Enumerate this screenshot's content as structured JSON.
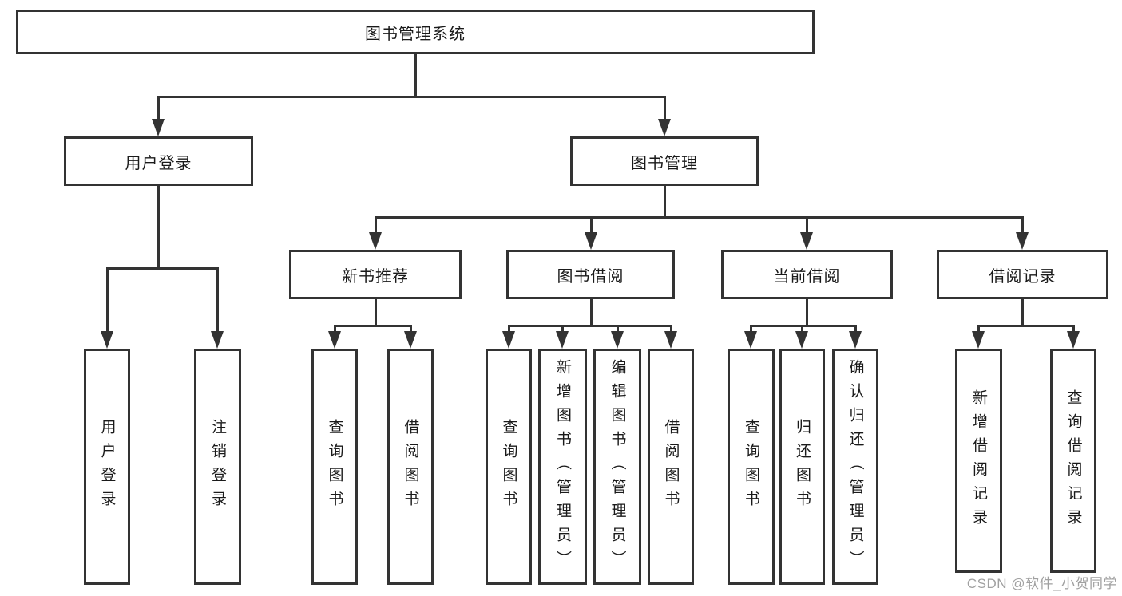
{
  "tree": {
    "label": "图书管理系统",
    "children": [
      {
        "label": "用户登录",
        "children": [
          {
            "label": "用户登录"
          },
          {
            "label": "注销登录"
          }
        ]
      },
      {
        "label": "图书管理",
        "children": [
          {
            "label": "新书推荐",
            "children": [
              {
                "label": "查询图书"
              },
              {
                "label": "借阅图书"
              }
            ]
          },
          {
            "label": "图书借阅",
            "children": [
              {
                "label": "查询图书"
              },
              {
                "label": "新增图书（管理员）"
              },
              {
                "label": "编辑图书（管理员）"
              },
              {
                "label": "借阅图书"
              }
            ]
          },
          {
            "label": "当前借阅",
            "children": [
              {
                "label": "查询图书"
              },
              {
                "label": "归还图书"
              },
              {
                "label": "确认归还（管理员）"
              }
            ]
          },
          {
            "label": "借阅记录",
            "children": [
              {
                "label": "新增借阅记录"
              },
              {
                "label": "查询借阅记录"
              }
            ]
          }
        ]
      }
    ]
  },
  "watermark": "CSDN @软件_小贺同学",
  "colors": {
    "line": "#333333",
    "text": "#1a1a1a",
    "background": "#ffffff",
    "watermark": "#a0a0a0"
  }
}
